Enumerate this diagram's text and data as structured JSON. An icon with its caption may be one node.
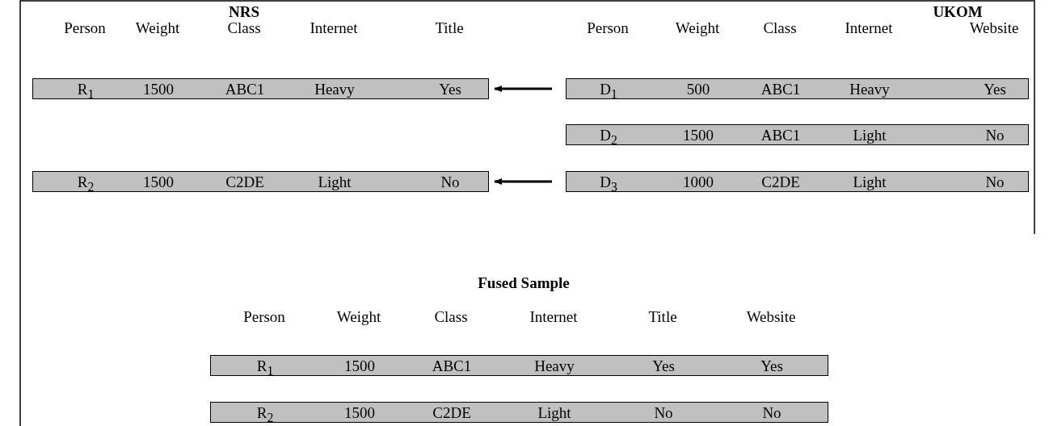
{
  "diagram": {
    "nodes": [
      {
        "text": [
          "R$_{1}$",
          "1500",
          "ABC1",
          "Heavy",
          "Yes"
        ]
      },
      {
        "text": [
          "D$_{1}$",
          "500",
          "ABC1",
          "Heavy",
          "Yes"
        ]
      },
      {
        "text": [
          "D$_{2}$",
          "1500",
          "ABC1",
          "Light",
          "No"
        ]
      },
      {
        "text": [
          "R$_{2}$",
          "1500",
          "C2DE",
          "Light",
          "No"
        ]
      },
      {
        "text": [
          "D$_{3}$",
          "1000",
          "C2DE",
          "Light",
          "No"
        ]
      },
      {
        "text": [
          "R$_{1}$",
          "1500",
          "ABC1",
          "Heavy",
          "Yes",
          "Yes"
        ]
      },
      {
        "text": [
          "R$_{2}$",
          "1500",
          "C2DE",
          "Light",
          "No",
          "No"
        ]
      }
    ],
    "edges": [
      {
        "from": 1,
        "to": 0,
        "arrow": "to"
      },
      {
        "from": 4,
        "to": 3,
        "arrow": "to"
      }
    ],
    "labels": [
      "NRS",
      "UKOM",
      "Person",
      "Weight",
      "Class",
      "Internet",
      "Title",
      "Person",
      "Weight",
      "Class",
      "Internet",
      "Website",
      "Fused Sample",
      "Person",
      "Weight",
      "Class",
      "Internet",
      "Title",
      "Website"
    ]
  }
}
